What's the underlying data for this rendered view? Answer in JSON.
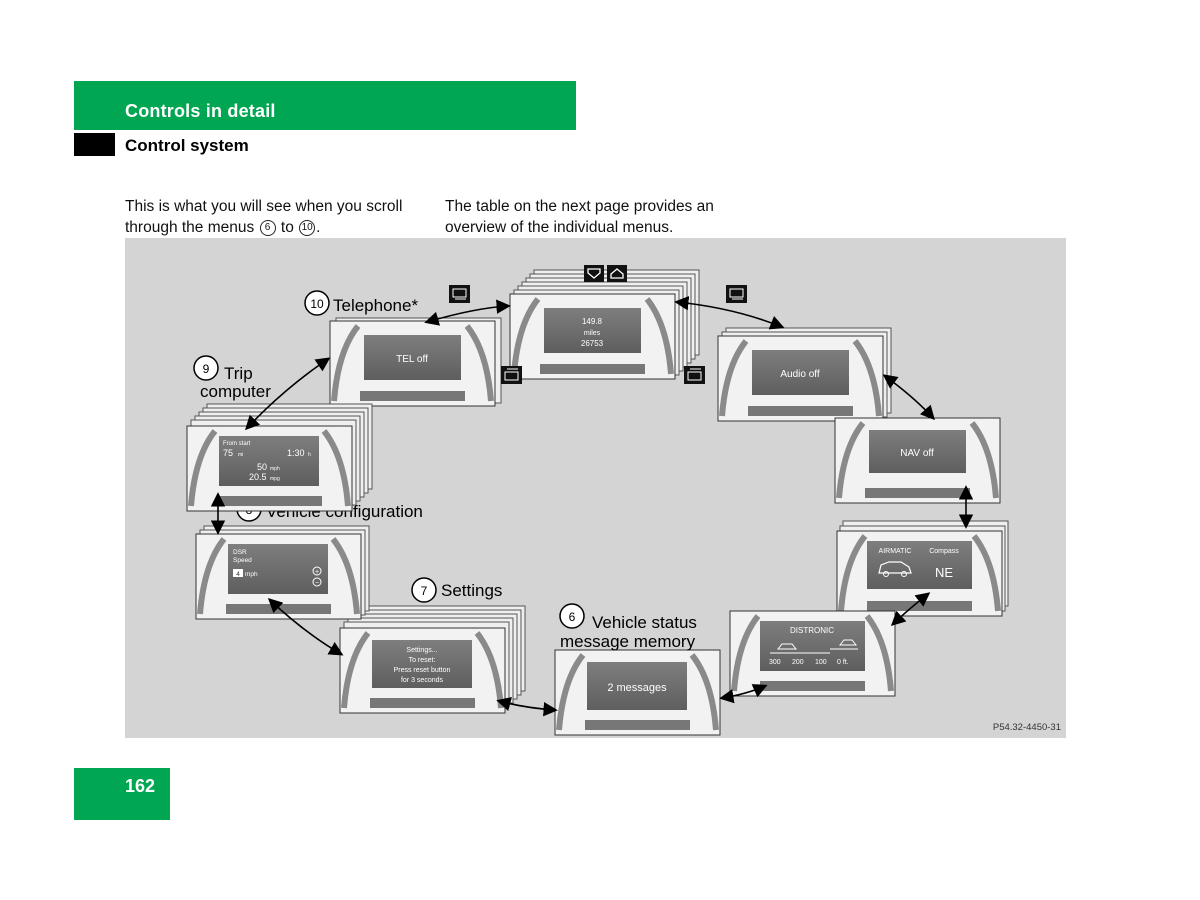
{
  "header": {
    "section": "Controls in detail",
    "subsection": "Control system"
  },
  "intro": {
    "left_part1": "This is what you will see when you scroll through the menus",
    "left_from": "6",
    "left_to_word": "to",
    "left_to": "10",
    "left_end": ".",
    "right": "The table on the next page provides an overview of the individual menus."
  },
  "diagram": {
    "figure_code": "P54.32-4450-31",
    "menus": {
      "telephone": {
        "num": "10",
        "label": "Telephone*",
        "screen": "TEL off"
      },
      "trip": {
        "num": "9",
        "label1": "Trip",
        "label2": "computer",
        "from_start": "From start",
        "distance": "75",
        "distance_unit": "mi",
        "time": "1:30",
        "time_unit": "h",
        "speed": "50",
        "speed_unit": "mph",
        "economy": "20.5",
        "economy_unit": "mpg"
      },
      "vehicle_config": {
        "num": "8",
        "label": "Vehicle configuration",
        "line1": "DSR",
        "line2": "Speed",
        "value": "4",
        "unit": "mph",
        "plus": "+",
        "minus": "−"
      },
      "settings": {
        "num": "7",
        "label": "Settings",
        "line1": "Settings...",
        "line2": "To reset:",
        "line3": "Press reset button",
        "line4": "for 3 seconds"
      },
      "status": {
        "num": "6",
        "label1": "Vehicle status",
        "label2": "message memory",
        "screen": "2 messages"
      },
      "standard": {
        "line1": "149.8",
        "line2": "miles",
        "line3": "26753"
      },
      "audio": {
        "screen": "Audio off"
      },
      "nav": {
        "screen": "NAV off"
      },
      "airmatic": {
        "left": "AIRMATIC",
        "right": "Compass",
        "dir": "NE"
      },
      "distronic": {
        "title": "DISTRONIC",
        "t1": "300",
        "t2": "200",
        "t3": "100",
        "t4": "0 ft."
      }
    }
  },
  "page": {
    "number": "162"
  }
}
